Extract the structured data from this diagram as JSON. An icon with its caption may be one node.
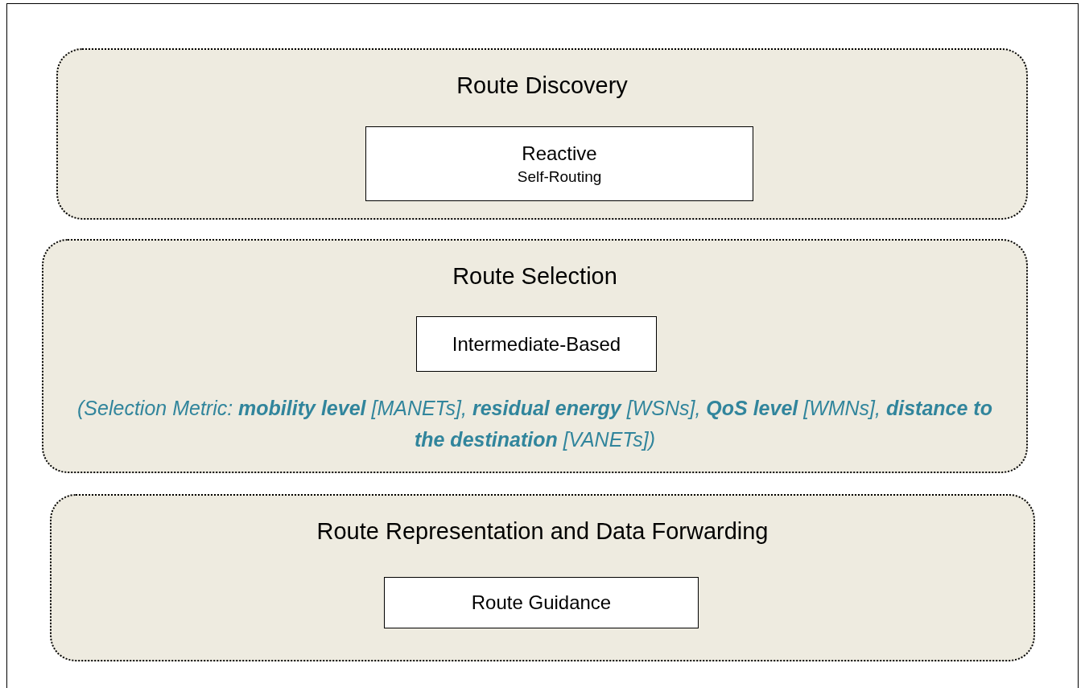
{
  "diagram": {
    "nodes": [
      {
        "text": [
          "Route Discovery"
        ]
      },
      {
        "text": [
          "Reactive",
          "Self-Routing"
        ],
        "in": 0
      },
      {
        "text": [
          "Route Selection",
          "(Selection Metric: **mobility level** [MANETs], **residual energy** [WSNs], **QoS level** [WMNs], **distance to the destination** [VANETs])"
        ]
      },
      {
        "text": [
          "Intermediate-Based"
        ],
        "in": 2
      },
      {
        "text": [
          "Route Representation and Data Forwarding"
        ]
      },
      {
        "text": [
          "Route Guidance"
        ],
        "in": 4
      }
    ]
  }
}
